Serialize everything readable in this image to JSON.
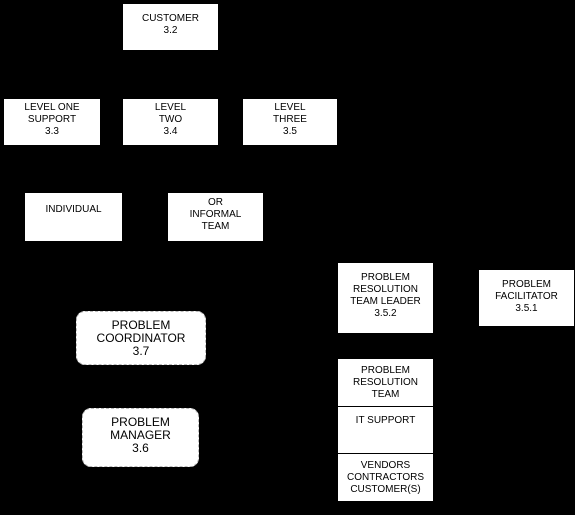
{
  "colors": {
    "background": "#000000",
    "box": "#ffffff",
    "text": "#000000"
  },
  "boxes": {
    "customer": {
      "lines": [
        "CUSTOMER",
        "3.2"
      ]
    },
    "level_one": {
      "lines": [
        "LEVEL ONE",
        "SUPPORT",
        "3.3"
      ]
    },
    "level_two": {
      "lines": [
        "LEVEL",
        "TWO",
        "3.4"
      ]
    },
    "level_three": {
      "lines": [
        "LEVEL",
        "THREE",
        "3.5"
      ]
    },
    "individual": {
      "lines": [
        "INDIVIDUAL"
      ]
    },
    "informal_team": {
      "lines": [
        "OR",
        "INFORMAL",
        "TEAM"
      ]
    },
    "team_leader": {
      "lines": [
        "PROBLEM",
        "RESOLUTION",
        "TEAM LEADER",
        "3.5.2"
      ]
    },
    "facilitator": {
      "lines": [
        "PROBLEM",
        "FACILITATOR",
        "3.5.1"
      ]
    },
    "coordinator": {
      "lines": [
        "PROBLEM",
        "COORDINATOR",
        "3.7"
      ]
    },
    "manager": {
      "lines": [
        "PROBLEM",
        "MANAGER",
        "3.6"
      ]
    },
    "resolution_team": {
      "header": [
        "PROBLEM",
        "RESOLUTION",
        "TEAM"
      ],
      "it_support": [
        "IT SUPPORT"
      ],
      "vendors": [
        "VENDORS",
        "CONTRACTORS",
        "CUSTOMER(S)"
      ]
    }
  }
}
